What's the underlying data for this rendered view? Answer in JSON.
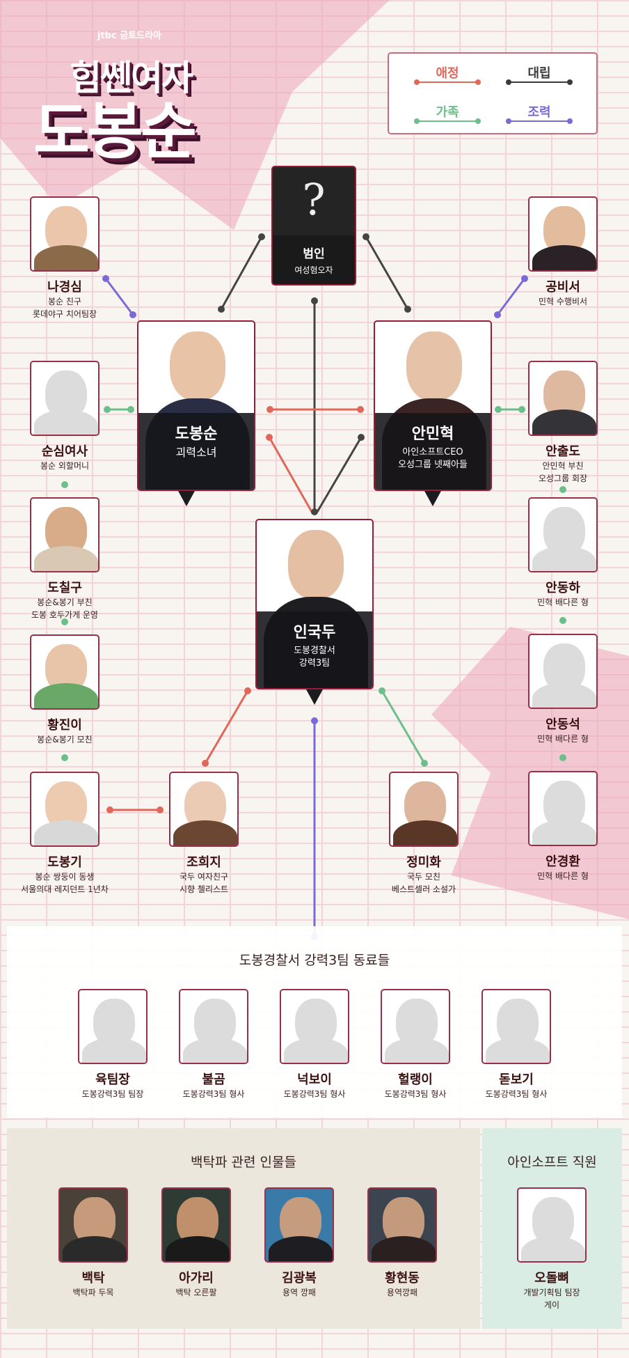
{
  "header": {
    "network": "jtbc 금토드라마",
    "title_line1": "힘쎈여자",
    "title_line2": "도봉순"
  },
  "legend": {
    "items": [
      {
        "label": "애정",
        "color": "#e0675a"
      },
      {
        "label": "대립",
        "color": "#3a3a3a"
      },
      {
        "label": "가족",
        "color": "#6cbf8a"
      },
      {
        "label": "조력",
        "color": "#7b6ad6"
      }
    ]
  },
  "main": {
    "culprit": {
      "icon": "?",
      "name": "범인",
      "desc": "여성혐오자"
    },
    "bongsoon": {
      "name": "도봉순",
      "desc": "괴력소녀"
    },
    "minhyuk": {
      "name": "안민혁",
      "desc1": "아인소프트CEO",
      "desc2": "오성그룹 넷째아들"
    },
    "gukdu": {
      "name": "인국두",
      "desc1": "도봉경찰서",
      "desc2": "강력3팀"
    }
  },
  "left_column": [
    {
      "name": "나경심",
      "desc1": "봉순 친구",
      "desc2": "롯데야구 치어팀장"
    },
    {
      "name": "순심여사",
      "desc1": "봉순 외할머니",
      "desc2": ""
    },
    {
      "name": "도칠구",
      "desc1": "봉순&봉기 부친",
      "desc2": "도봉 호두가게 운영"
    },
    {
      "name": "황진이",
      "desc1": "봉순&봉기 모친",
      "desc2": ""
    },
    {
      "name": "도봉기",
      "desc1": "봉순 쌍둥이 동생",
      "desc2": "서울의대 레지던트 1년차"
    }
  ],
  "right_column": [
    {
      "name": "공비서",
      "desc1": "민혁 수행비서",
      "desc2": ""
    },
    {
      "name": "안출도",
      "desc1": "안민혁 부친",
      "desc2": "오성그룹 회장"
    },
    {
      "name": "안동하",
      "desc1": "민혁 배다른 형",
      "desc2": ""
    },
    {
      "name": "안동석",
      "desc1": "민혁 배다른 형",
      "desc2": ""
    },
    {
      "name": "안경환",
      "desc1": "민혁 배다른 형",
      "desc2": ""
    }
  ],
  "middle_row": [
    {
      "name": "조희지",
      "desc1": "국두 여자친구",
      "desc2": "시향 첼리스트"
    },
    {
      "name": "정미화",
      "desc1": "국두 모친",
      "desc2": "베스트셀러 소설가"
    }
  ],
  "police_team": {
    "title": "도봉경찰서 강력3팀 동료들",
    "members": [
      {
        "name": "육팀장",
        "desc": "도봉강력3팀 팀장"
      },
      {
        "name": "불곰",
        "desc": "도봉강력3팀 형사"
      },
      {
        "name": "넉보이",
        "desc": "도봉강력3팀 형사"
      },
      {
        "name": "헐랭이",
        "desc": "도봉강력3팀 형사"
      },
      {
        "name": "돋보기",
        "desc": "도봉강력3팀 형사"
      }
    ]
  },
  "baektak_group": {
    "title": "백탁파 관련 인물들",
    "members": [
      {
        "name": "백탁",
        "desc": "백탁파 두목"
      },
      {
        "name": "아가리",
        "desc": "백탁 오른팔"
      },
      {
        "name": "김광복",
        "desc": "용역 깡패"
      },
      {
        "name": "황현동",
        "desc": "용역깡패"
      }
    ]
  },
  "ainsoft_staff": {
    "title": "아인소프트 직원",
    "members": [
      {
        "name": "오돌뼈",
        "desc1": "개발기획팀 팀장",
        "desc2": "게이"
      }
    ]
  }
}
